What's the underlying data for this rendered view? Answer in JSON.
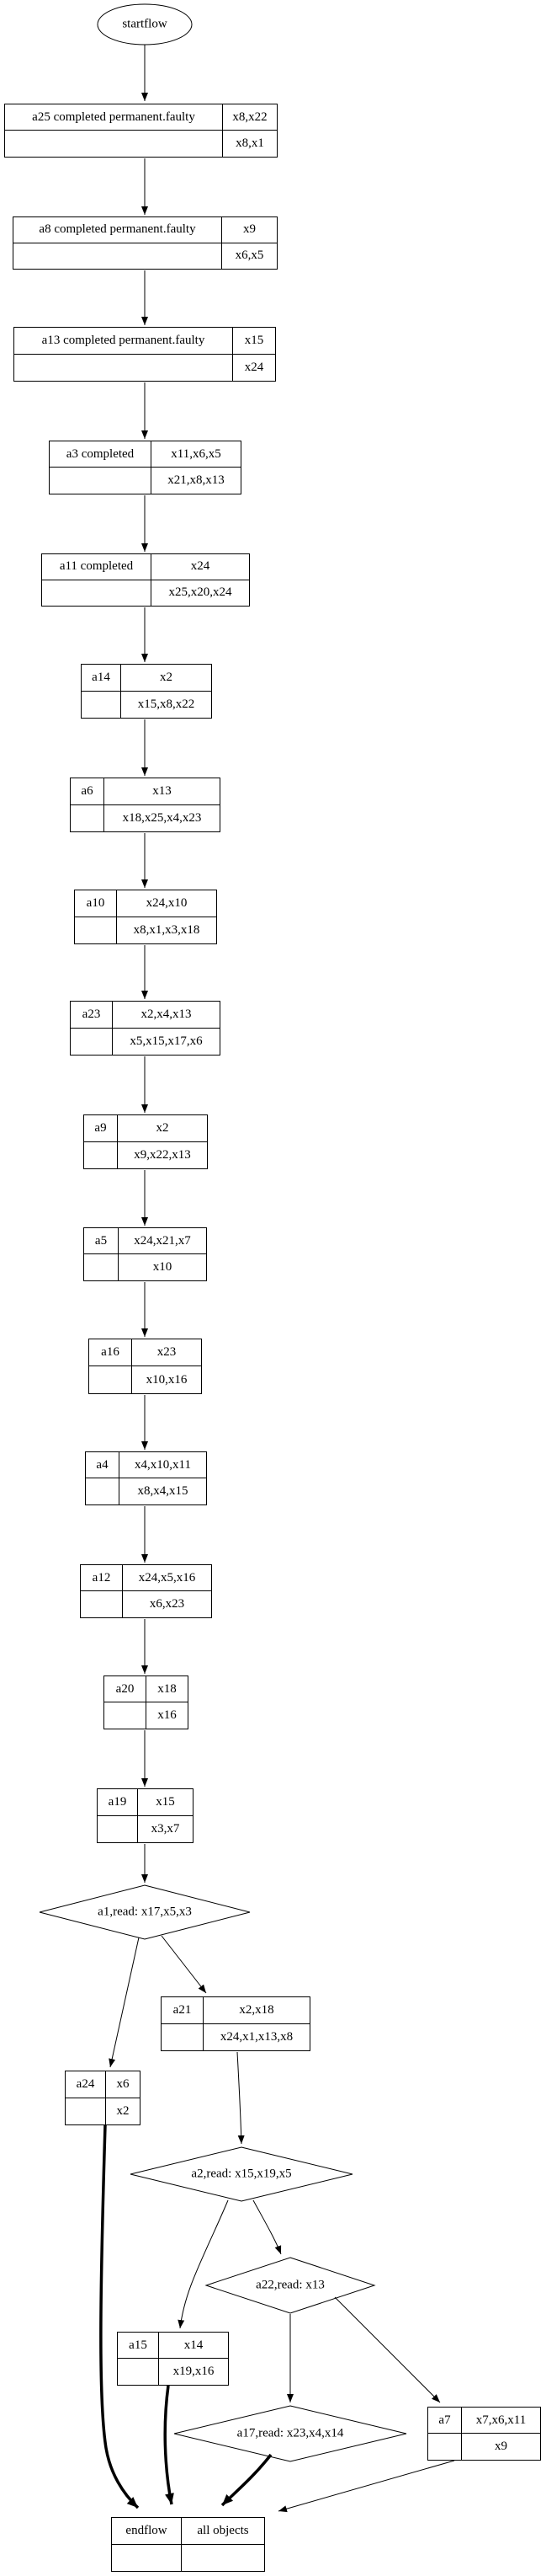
{
  "start_node": {
    "label": "startflow"
  },
  "nodes": [
    {
      "id": "a25",
      "label": "a25 completed permanent.faulty",
      "r1": "x8,x22",
      "r2": "x8,x1"
    },
    {
      "id": "a8",
      "label": "a8 completed permanent.faulty",
      "r1": "x9",
      "r2": "x6,x5"
    },
    {
      "id": "a13",
      "label": "a13 completed permanent.faulty",
      "r1": "x15",
      "r2": "x24"
    },
    {
      "id": "a3",
      "label": "a3 completed",
      "r1": "x11,x6,x5",
      "r2": "x21,x8,x13"
    },
    {
      "id": "a11",
      "label": "a11 completed",
      "r1": "x24",
      "r2": "x25,x20,x24"
    },
    {
      "id": "a14",
      "label": "a14",
      "r1": "x2",
      "r2": "x15,x8,x22"
    },
    {
      "id": "a6",
      "label": "a6",
      "r1": "x13",
      "r2": "x18,x25,x4,x23"
    },
    {
      "id": "a10",
      "label": "a10",
      "r1": "x24,x10",
      "r2": "x8,x1,x3,x18"
    },
    {
      "id": "a23",
      "label": "a23",
      "r1": "x2,x4,x13",
      "r2": "x5,x15,x17,x6"
    },
    {
      "id": "a9",
      "label": "a9",
      "r1": "x2",
      "r2": "x9,x22,x13"
    },
    {
      "id": "a5",
      "label": "a5",
      "r1": "x24,x21,x7",
      "r2": "x10"
    },
    {
      "id": "a16",
      "label": "a16",
      "r1": "x23",
      "r2": "x10,x16"
    },
    {
      "id": "a4",
      "label": "a4",
      "r1": "x4,x10,x11",
      "r2": "x8,x4,x15"
    },
    {
      "id": "a12",
      "label": "a12",
      "r1": "x24,x5,x16",
      "r2": "x6,x23"
    },
    {
      "id": "a20",
      "label": "a20",
      "r1": "x18",
      "r2": "x16"
    },
    {
      "id": "a19",
      "label": "a19",
      "r1": "x15",
      "r2": "x3,x7"
    },
    {
      "id": "a21",
      "label": "a21",
      "r1": "x2,x18",
      "r2": "x24,x1,x13,x8"
    },
    {
      "id": "a24",
      "label": "a24",
      "r1": "x6",
      "r2": "x2"
    },
    {
      "id": "a15",
      "label": "a15",
      "r1": "x14",
      "r2": "x19,x16"
    },
    {
      "id": "a7",
      "label": "a7",
      "r1": "x7,x6,x11",
      "r2": "x9"
    },
    {
      "id": "endflow",
      "label": "endflow",
      "r1": "all objects",
      "r2": ""
    }
  ],
  "diamonds": [
    {
      "id": "a1",
      "label": "a1,read: x17,x5,x3"
    },
    {
      "id": "a2",
      "label": "a2,read: x15,x19,x5"
    },
    {
      "id": "a22",
      "label": "a22,read: x13"
    },
    {
      "id": "a17",
      "label": "a17,read: x23,x4,x14"
    }
  ],
  "edges": [
    {
      "from": "startflow",
      "to": "a25",
      "style": "thin"
    },
    {
      "from": "a25",
      "to": "a8",
      "style": "thin"
    },
    {
      "from": "a8",
      "to": "a13",
      "style": "thin"
    },
    {
      "from": "a13",
      "to": "a3",
      "style": "thin"
    },
    {
      "from": "a3",
      "to": "a11",
      "style": "thin"
    },
    {
      "from": "a11",
      "to": "a14",
      "style": "thin"
    },
    {
      "from": "a14",
      "to": "a6",
      "style": "thin"
    },
    {
      "from": "a6",
      "to": "a10",
      "style": "thin"
    },
    {
      "from": "a10",
      "to": "a23",
      "style": "thin"
    },
    {
      "from": "a23",
      "to": "a9",
      "style": "thin"
    },
    {
      "from": "a9",
      "to": "a5",
      "style": "thin"
    },
    {
      "from": "a5",
      "to": "a16",
      "style": "thin"
    },
    {
      "from": "a16",
      "to": "a4",
      "style": "thin"
    },
    {
      "from": "a4",
      "to": "a12",
      "style": "thin"
    },
    {
      "from": "a12",
      "to": "a20",
      "style": "thin"
    },
    {
      "from": "a20",
      "to": "a19",
      "style": "thin"
    },
    {
      "from": "a19",
      "to": "a1",
      "style": "thin"
    },
    {
      "from": "a1",
      "to": "a24",
      "style": "thin"
    },
    {
      "from": "a1",
      "to": "a21",
      "style": "thin"
    },
    {
      "from": "a21",
      "to": "a2",
      "style": "thin"
    },
    {
      "from": "a2",
      "to": "a15",
      "style": "thin"
    },
    {
      "from": "a2",
      "to": "a22",
      "style": "thin"
    },
    {
      "from": "a22",
      "to": "a17",
      "style": "thin"
    },
    {
      "from": "a22",
      "to": "a7",
      "style": "thin"
    },
    {
      "from": "a7",
      "to": "endflow",
      "style": "thin"
    },
    {
      "from": "a24",
      "to": "endflow",
      "style": "bold"
    },
    {
      "from": "a15",
      "to": "endflow",
      "style": "bold"
    },
    {
      "from": "a17",
      "to": "endflow",
      "style": "bold"
    }
  ],
  "colors": {
    "line": "#000000",
    "background": "#ffffff"
  }
}
